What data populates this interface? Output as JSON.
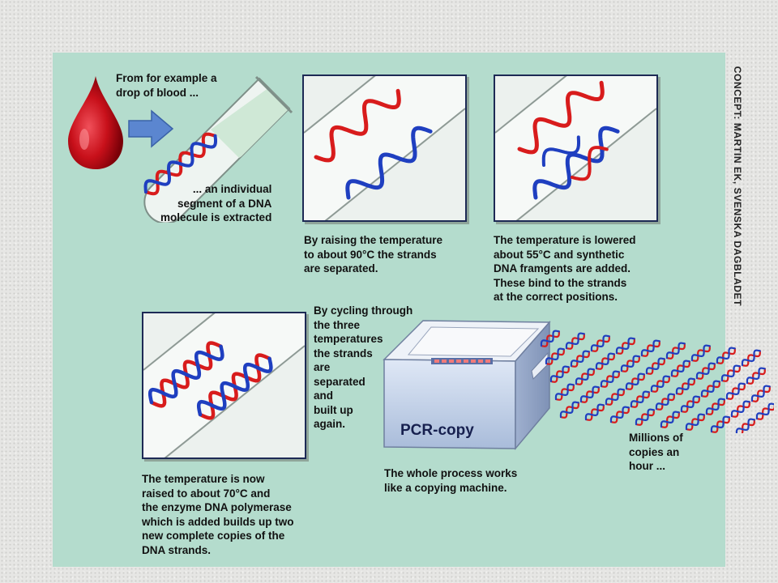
{
  "colors": {
    "panel": "#b4dccd",
    "strand_red": "#d81c1c",
    "strand_blue": "#1f3fc0",
    "blood": "#c8101a",
    "arrow": "#5b86d0",
    "box_border": "#1d2a55"
  },
  "steps": {
    "blood_caption": "From for example a\ndrop of blood ...",
    "extract_caption": "... an individual\nsegment of a DNA\nmolecule is extracted",
    "denature_caption": "By raising the temperature\nto about 90°C the strands\nare separated.",
    "anneal_caption": "The temperature is lowered\nabout 55°C and synthetic\nDNA framgents are added.\nThese bind to the strands\nat the correct positions.",
    "cycle_caption": "By cycling through\nthe three\ntemperatures\nthe strands\nare\nseparated\nand\nbuilt up\nagain.",
    "extend_caption": "The temperature is now\nraised to about 70°C and\nthe enzyme DNA polymerase\nwhich is added builds up two\nnew complete copies of the\nDNA strands.",
    "machine_caption": "The whole process works\nlike a copying machine.",
    "output_caption": "Millions of\ncopies an\nhour ..."
  },
  "machine_label": "PCR-copy",
  "credit": "CONCEPT: MARTIN EK, SVENSKA DAGBLADET",
  "icons": {
    "blood": "blood-drop-icon",
    "arrow": "right-arrow-icon",
    "tube": "test-tube-icon",
    "machine": "pcr-machine-icon"
  }
}
